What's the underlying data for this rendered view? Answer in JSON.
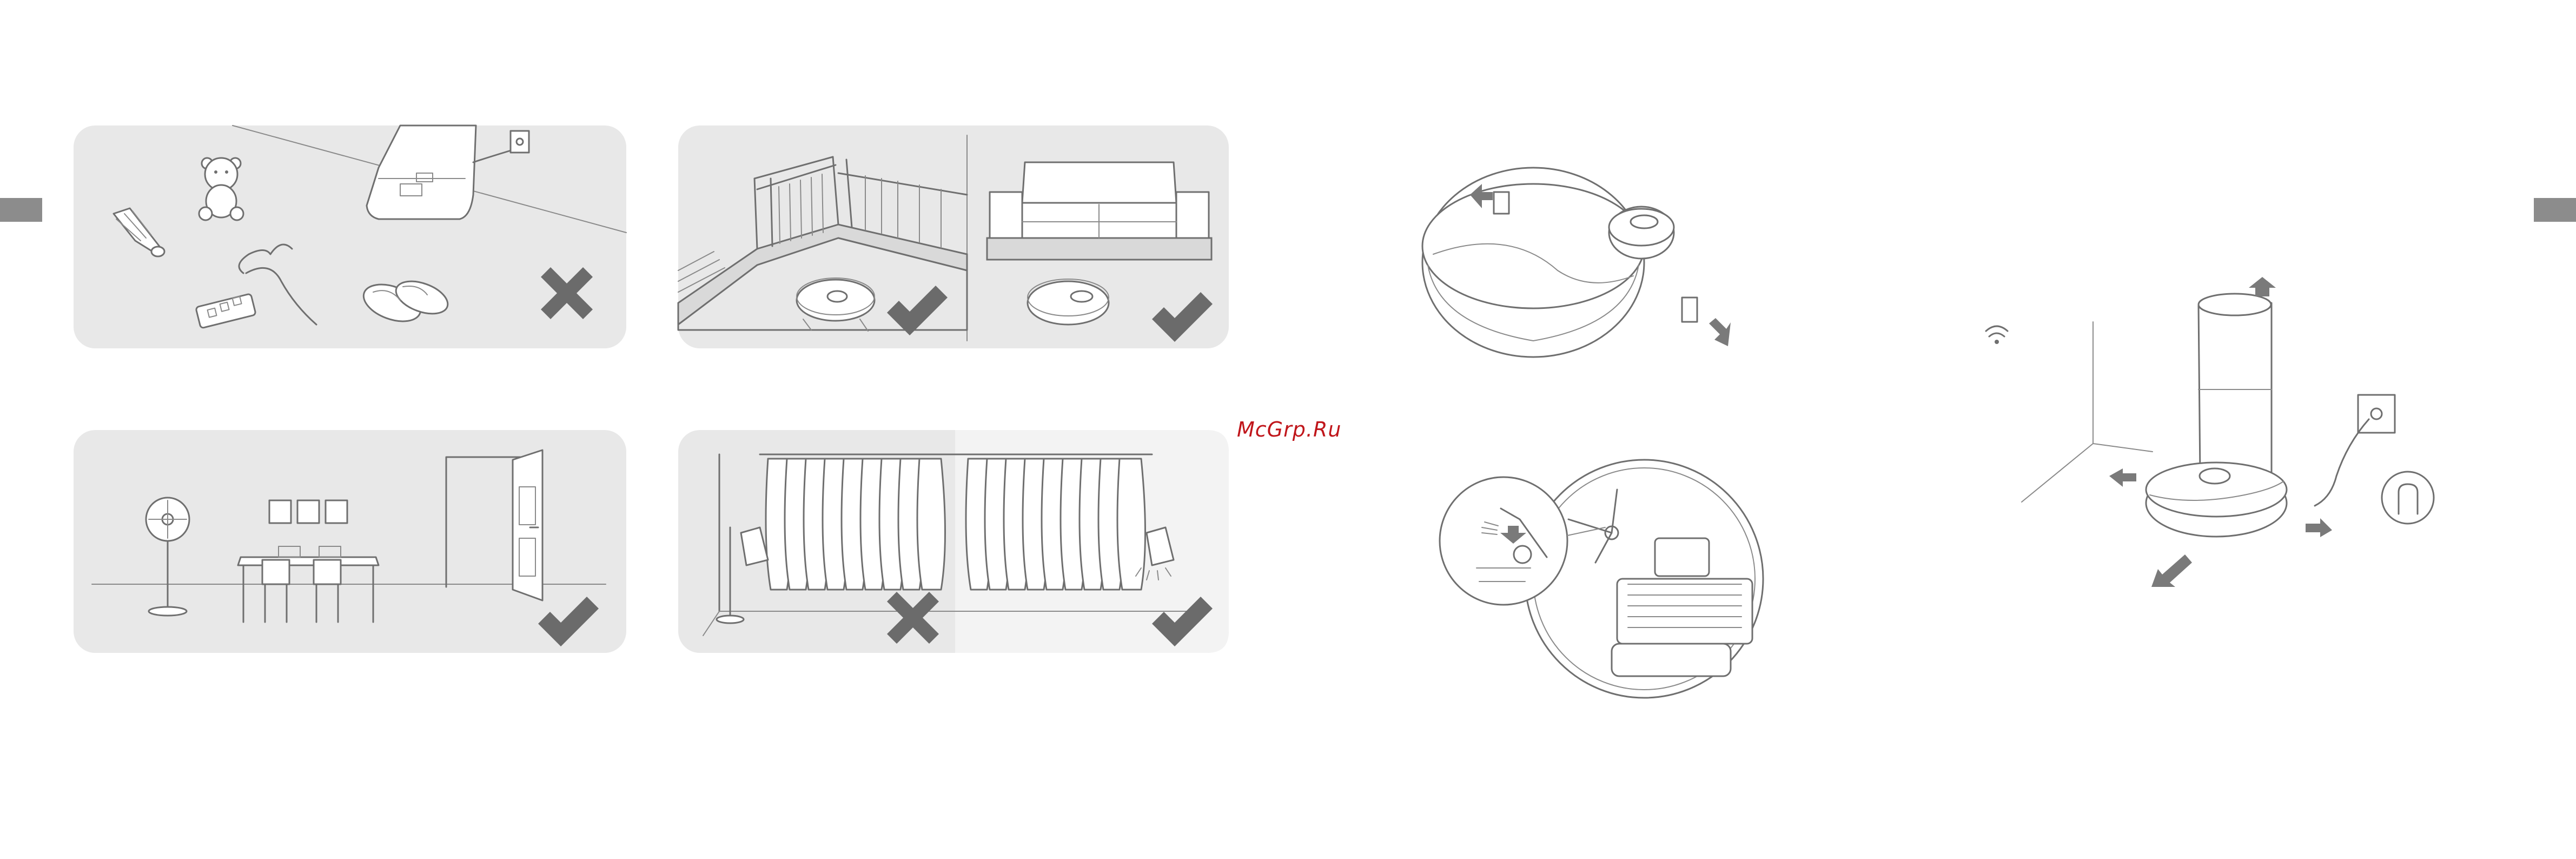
{
  "watermark": {
    "text": "McGrp.Ru",
    "color": "#c0161b"
  },
  "panels": [
    {
      "id": "obstacles-floor",
      "verdict": "cross"
    },
    {
      "id": "stairs-and-sofa",
      "verdicts": [
        "check",
        "check"
      ]
    },
    {
      "id": "dining-room",
      "verdict": "check"
    },
    {
      "id": "curtains",
      "verdicts": [
        "cross",
        "check"
      ]
    }
  ],
  "diagrams": [
    {
      "id": "remove-bumper-protectors",
      "icons": [
        "arrow-up-left-icon",
        "arrow-down-right-icon"
      ]
    },
    {
      "id": "install-side-brush",
      "icons": [
        "arrow-down-icon",
        "magnifier-icon"
      ]
    },
    {
      "id": "dock-clearance",
      "icons": [
        "wifi-icon",
        "arrow-up-icon",
        "arrow-left-icon",
        "arrow-right-icon",
        "arrow-down-left-icon"
      ]
    }
  ],
  "colors": {
    "panel": "#e8e8e8",
    "panel_light": "#f3f3f3",
    "mark": "#6b6b6b",
    "line": "#6f6f6f"
  }
}
